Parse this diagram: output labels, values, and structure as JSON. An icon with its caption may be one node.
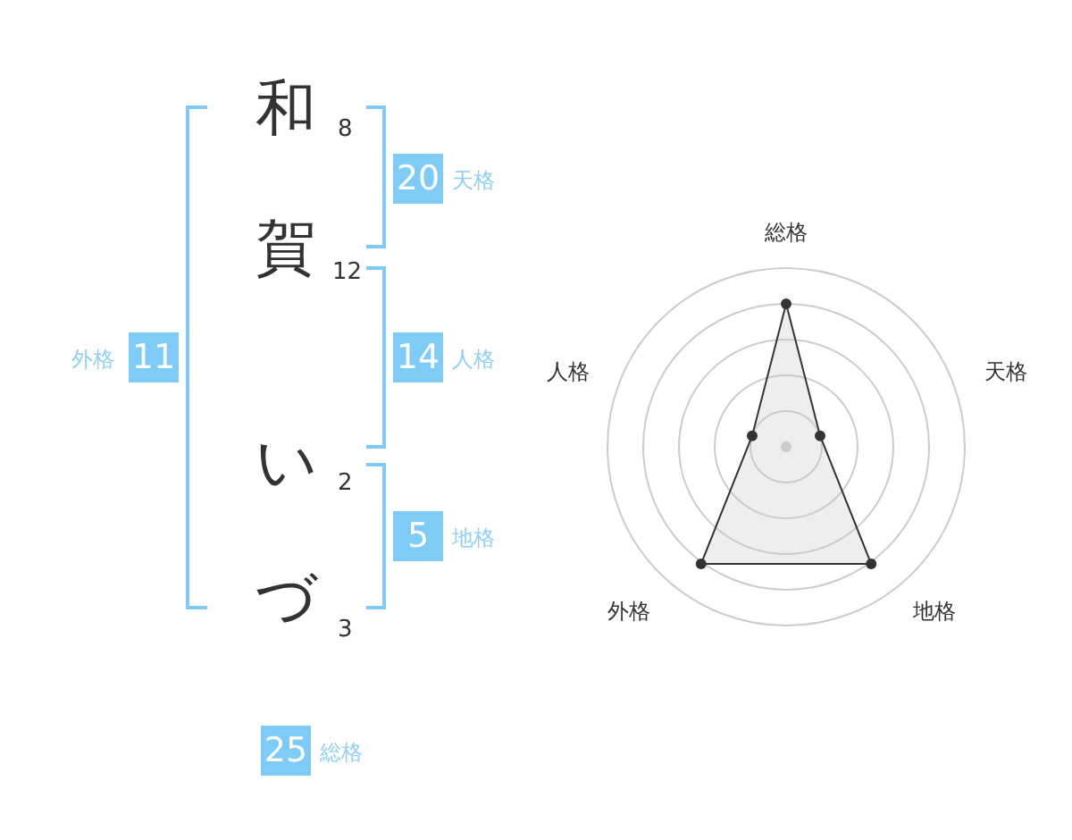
{
  "diagram": {
    "nodes": [
      {
        "text": [
          "20"
        ],
        "beside": [
          "天格"
        ]
      },
      {
        "text": [
          "11"
        ],
        "beside": [
          "外格"
        ]
      },
      {
        "text": [
          "14"
        ],
        "beside": [
          "人格"
        ]
      },
      {
        "text": [
          "5"
        ],
        "beside": [
          "地格"
        ]
      },
      {
        "text": [
          "25"
        ],
        "beside": [
          "総格"
        ]
      }
    ],
    "labels": [
      "和",
      "8",
      "賀",
      "12",
      "い",
      "2",
      "づ",
      "3",
      "総格",
      "人格",
      "天格",
      "外格",
      "地格"
    ]
  }
}
